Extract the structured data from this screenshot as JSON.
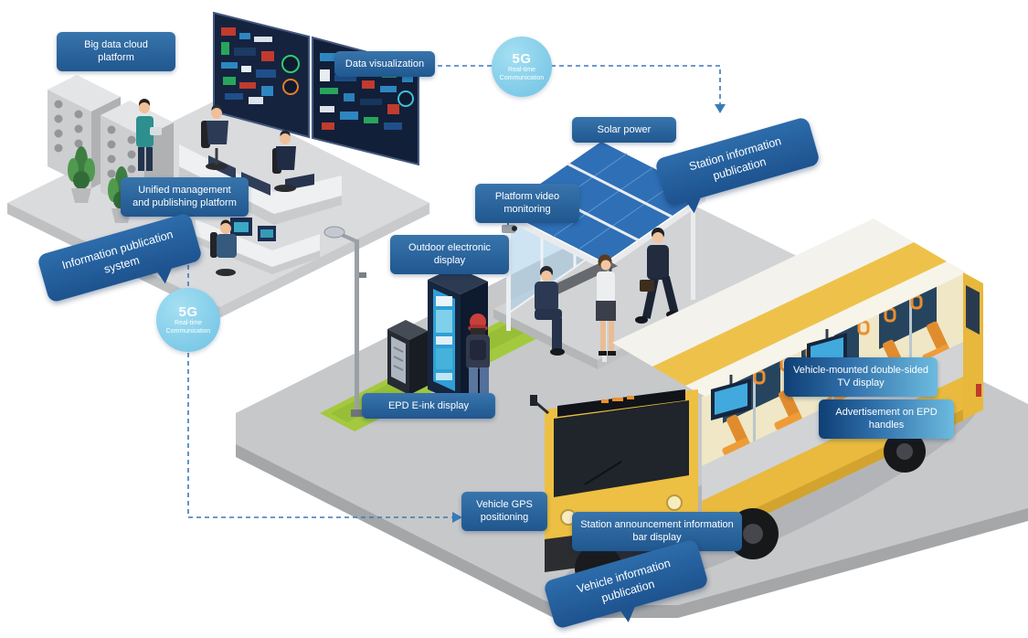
{
  "five_g": {
    "title": "5G",
    "line1": "Real-time",
    "line2": "Communication"
  },
  "labels": {
    "big_data_cloud_platform": "Big data cloud platform",
    "data_visualization": "Data visualization",
    "solar_power": "Solar power",
    "station_information_publication": "Station information publication",
    "platform_video_monitoring": "Platform video monitoring",
    "unified_management_platform": "Unified management and publishing platform",
    "outdoor_electronic_display": "Outdoor electronic display",
    "information_publication_system": "Information publication system",
    "epd_e_ink_display": "EPD E-ink display",
    "vehicle_mounted_tv_display": "Vehicle-mounted double-sided TV display",
    "advertisement_epd_handles": "Advertisement on EPD handles",
    "vehicle_gps_positioning": "Vehicle GPS positioning",
    "station_announcement_bar": "Station announcement information bar display",
    "vehicle_information_publication": "Vehicle information publication"
  },
  "colors": {
    "label_blue_top": "#3875ac",
    "label_blue_bottom": "#20578f",
    "bubble_blue": "#1d538f",
    "gradient_sweep_start": "#0f3f74",
    "gradient_sweep_end": "#6cbbdf",
    "five_g_circle": "#6fc2e4",
    "connector_blue": "#3a7ab8",
    "bus_yellow": "#edbf43",
    "solar_panel_blue": "#2f6fb5",
    "grass_green": "#a3c93e"
  }
}
